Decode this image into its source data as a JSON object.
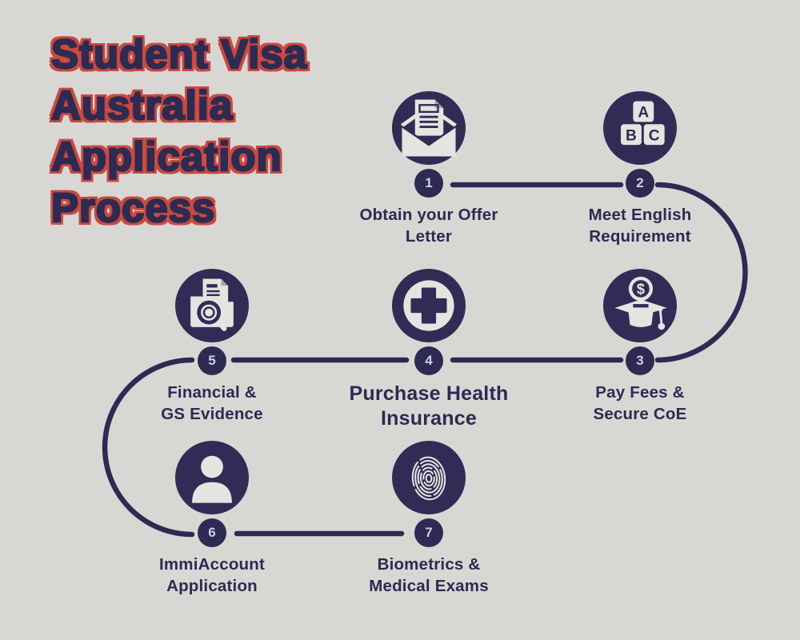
{
  "title": {
    "line1": "Student Visa",
    "line2": "Australia",
    "line3": "Application",
    "line4": "Process"
  },
  "steps": [
    {
      "number": "1",
      "label_line1": "Obtain your Offer",
      "label_line2": "Letter",
      "icon": "envelope-letter-icon"
    },
    {
      "number": "2",
      "label_line1": "Meet English",
      "label_line2": "Requirement",
      "icon": "abc-blocks-icon"
    },
    {
      "number": "3",
      "label_line1": "Pay Fees &",
      "label_line2": "Secure CoE",
      "icon": "graduation-fee-icon"
    },
    {
      "number": "4",
      "label_line1": "Purchase Health",
      "label_line2": "Insurance",
      "icon": "medical-cross-icon"
    },
    {
      "number": "5",
      "label_line1": "Financial &",
      "label_line2": "GS Evidence",
      "icon": "folder-search-icon"
    },
    {
      "number": "6",
      "label_line1": "ImmiAccount",
      "label_line2": "Application",
      "icon": "person-icon"
    },
    {
      "number": "7",
      "label_line1": "Biometrics &",
      "label_line2": "Medical Exams",
      "icon": "fingerprint-icon"
    }
  ],
  "icon_letters": {
    "a": "A",
    "b": "B",
    "c": "C",
    "dollar": "$"
  },
  "colors": {
    "background": "#d8d7d4",
    "navy_text": "#2e2a52",
    "circle_navy": "#312c55",
    "icon_light": "#e2e5e0",
    "title_outline_red": "#c8493f",
    "badge_number": "#ccd1e4"
  }
}
